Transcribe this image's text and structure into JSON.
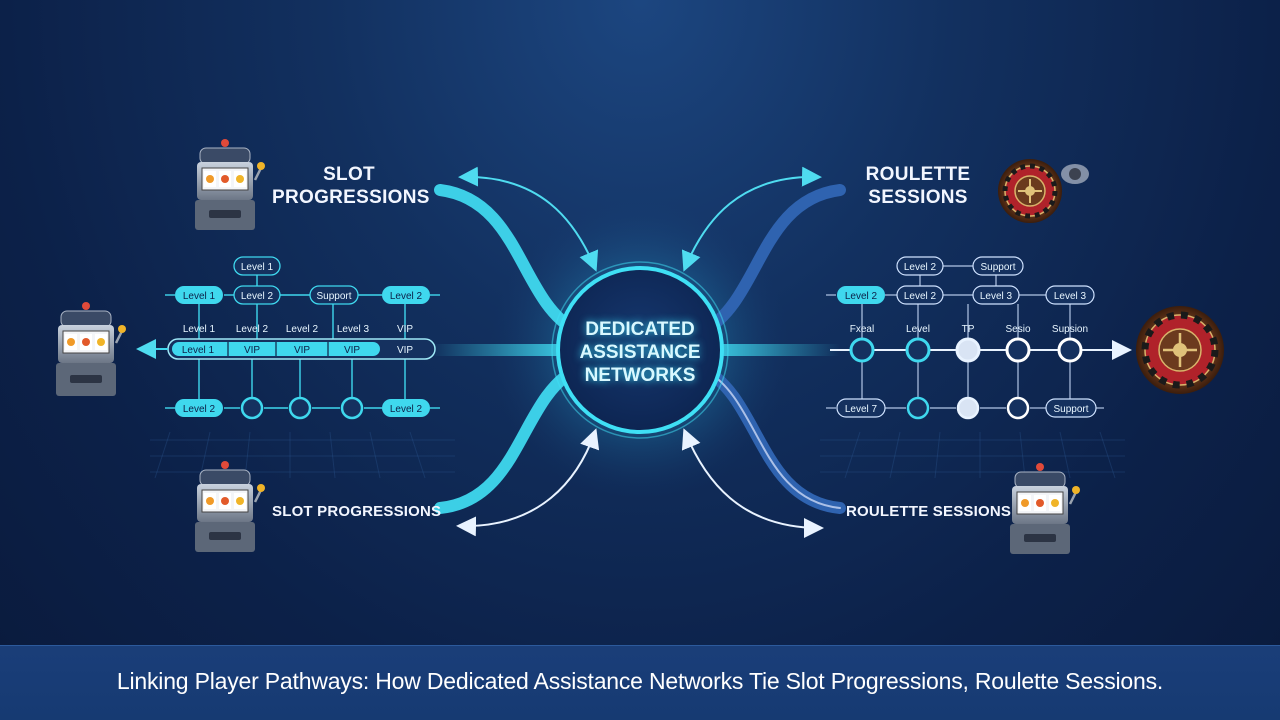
{
  "hub": {
    "line1": "DEDICATED",
    "line2": "ASSISTANCE",
    "line3": "NETWORKS"
  },
  "labels": {
    "slot_top_line1": "SLOT",
    "slot_top_line2": "PROGRESSIONS",
    "roulette_top_line1": "ROULETTE",
    "roulette_top_line2": "SESSIONS",
    "slot_bottom": "SLOT PROGRESSIONS",
    "roulette_bottom": "ROULETTE SESSIONS"
  },
  "left_panel": {
    "top_pill": "Level 1",
    "row1": [
      "Level 1",
      "Level 2",
      "Support",
      "Level 2"
    ],
    "row2": [
      "Level 1",
      "Level 2",
      "Level 2",
      "Level 3",
      "VIP"
    ],
    "bar": [
      "Level 1",
      "VIP",
      "VIP",
      "VIP",
      "VIP"
    ],
    "row4": [
      "Level 2",
      "Level 2"
    ]
  },
  "right_panel": {
    "top_row": [
      "Level 2",
      "Support"
    ],
    "row1": [
      "Level 2",
      "Level 2",
      "Level 3",
      "Level 3"
    ],
    "row2": [
      "Fxeal",
      "Level",
      "TP",
      "Sesio",
      "Supsion"
    ],
    "row4": [
      "Level 7",
      "Support"
    ]
  },
  "caption": "Linking Player Pathways: How Dedicated Assistance Networks Tie Slot Progressions, Roulette Sessions.",
  "colors": {
    "cyan": "#3fd8ee",
    "navy": "#0c2149",
    "accent_blue": "#2f63b0"
  },
  "icons": [
    "slot-machine-icon",
    "roulette-wheel-icon"
  ]
}
